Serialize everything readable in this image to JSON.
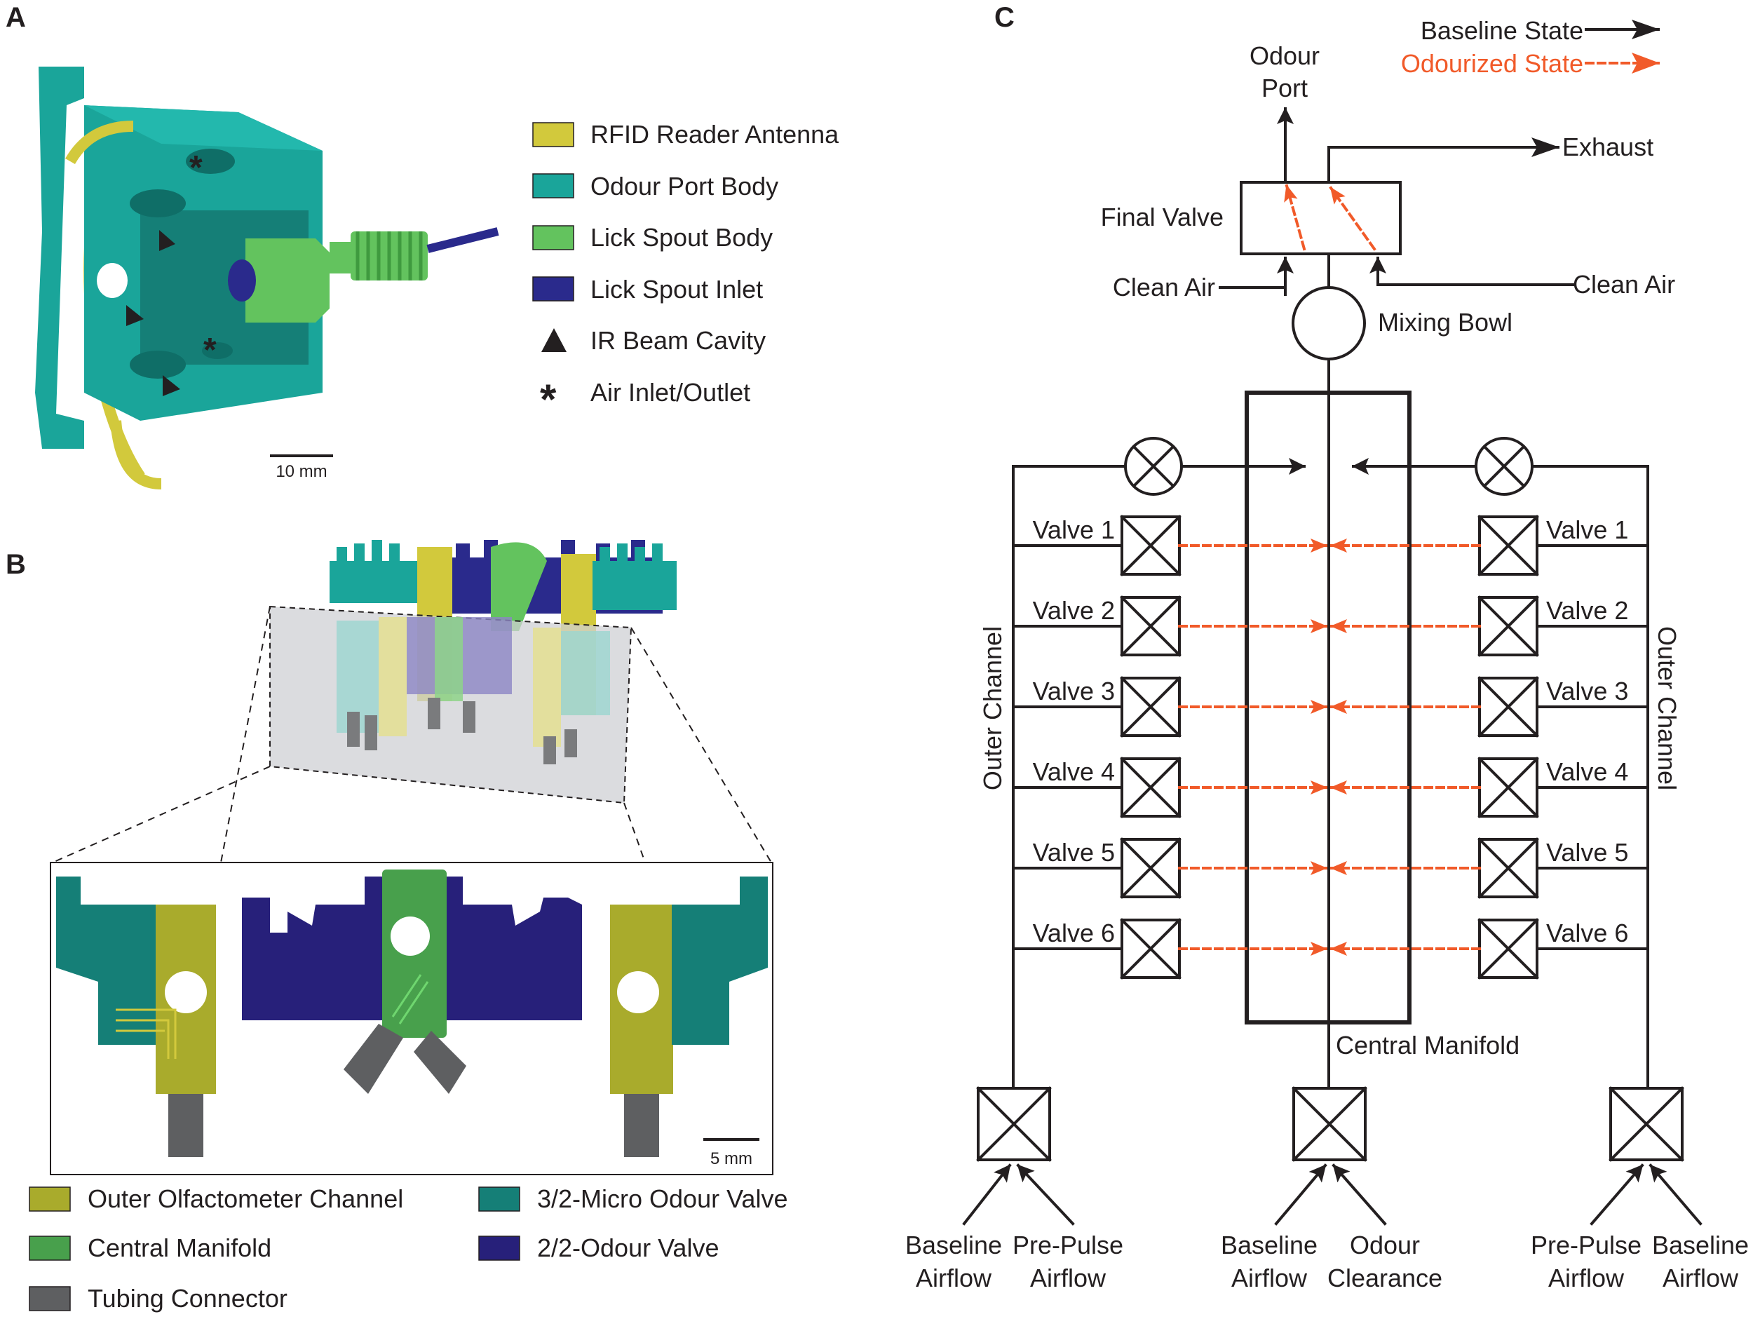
{
  "colors": {
    "teal": "#1aa59a",
    "teal_dark": "#157f77",
    "yellow": "#d2c93c",
    "olive": "#a9ab2c",
    "green_light": "#63c35e",
    "green": "#48a04c",
    "navy": "#2a2a8c",
    "navy_dark": "#27207a",
    "gray": "#5e5f61",
    "orange": "#f15a29",
    "black": "#231f20"
  },
  "panelA": {
    "letter": "A",
    "scalebar": "10 mm",
    "legend": [
      {
        "label": "RFID Reader Antenna",
        "color": "#d2c93c"
      },
      {
        "label": "Odour Port Body",
        "color": "#1aa59a"
      },
      {
        "label": "Lick Spout Body",
        "color": "#63c35e"
      },
      {
        "label": "Lick Spout Inlet",
        "color": "#2a2a8c"
      },
      {
        "label": "IR Beam Cavity",
        "symbol": "triangle-icon"
      },
      {
        "label": "Air Inlet/Outlet",
        "symbol": "asterisk-icon"
      }
    ]
  },
  "panelB": {
    "letter": "B",
    "scalebar": "5 mm",
    "legend": [
      {
        "label": "Outer Olfactometer Channel",
        "color": "#a9ab2c"
      },
      {
        "label": "3/2-Micro Odour Valve",
        "color": "#157f77"
      },
      {
        "label": "Central Manifold",
        "color": "#48a04c"
      },
      {
        "label": "2/2-Odour Valve",
        "color": "#27207a"
      },
      {
        "label": "Tubing Connector",
        "color": "#5e5f61"
      }
    ]
  },
  "panelC": {
    "letter": "C",
    "legend_baseline": "Baseline State",
    "legend_odour": "Odourized State",
    "odour_port_1": "Odour",
    "odour_port_2": "Port",
    "exhaust": "Exhaust",
    "final_valve": "Final Valve",
    "clean_air_left": "Clean Air",
    "clean_air_right": "Clean Air",
    "mixing_bowl": "Mixing Bowl",
    "valves": [
      "Valve 1",
      "Valve 2",
      "Valve 3",
      "Valve 4",
      "Valve 5",
      "Valve 6"
    ],
    "outer_channel_left": "Outer Channel",
    "outer_channel_right": "Outer Channel",
    "central_manifold": "Central Manifold",
    "bottom_left_a1": "Baseline",
    "bottom_left_a2": "Airflow",
    "bottom_left_b1": "Pre-Pulse",
    "bottom_left_b2": "Airflow",
    "bottom_mid_a1": "Baseline",
    "bottom_mid_a2": "Airflow",
    "bottom_mid_b1": "Odour",
    "bottom_mid_b2": "Clearance",
    "bottom_right_a1": "Pre-Pulse",
    "bottom_right_a2": "Airflow",
    "bottom_right_b1": "Baseline",
    "bottom_right_b2": "Airflow"
  }
}
